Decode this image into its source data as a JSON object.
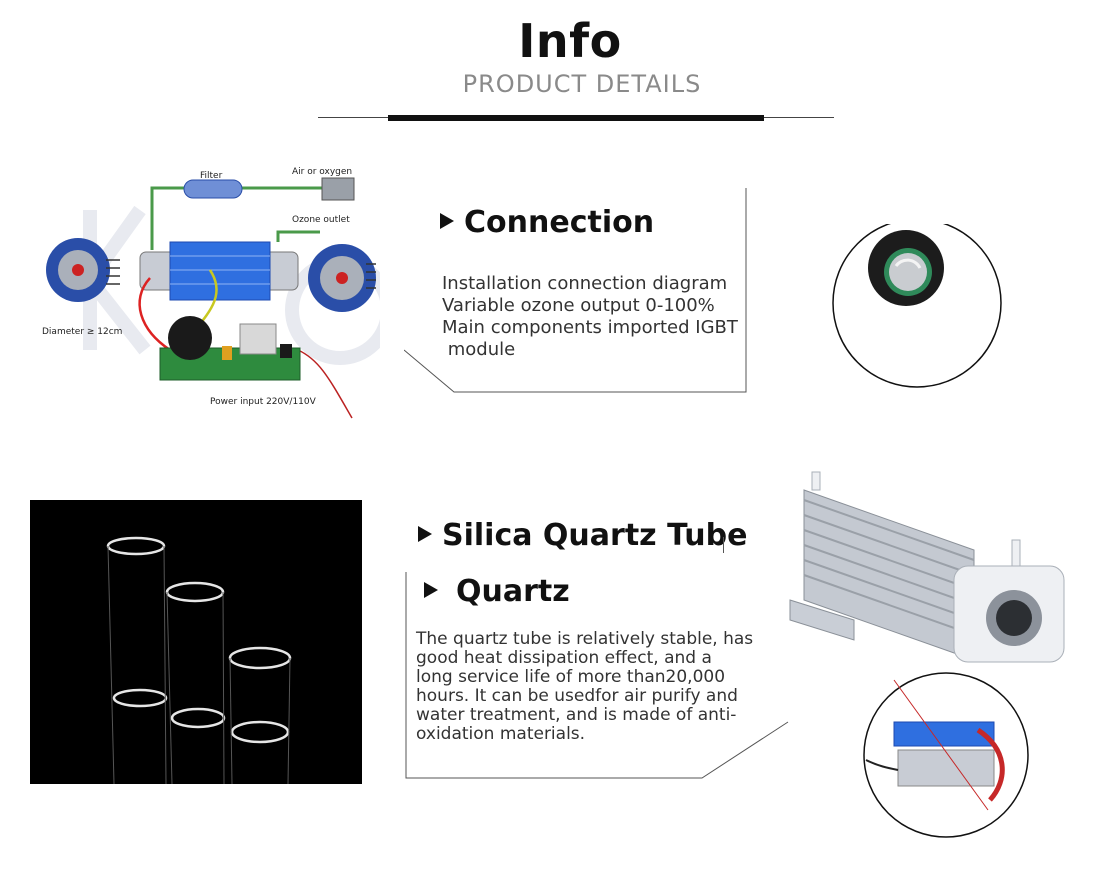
{
  "header": {
    "title": "Info",
    "subtitle": "PRODUCT DETAILS"
  },
  "connection": {
    "heading": "Connection",
    "lines": [
      "Installation connection diagram",
      "Variable ozone output 0-100%",
      "Main components imported IGBT",
      " module"
    ]
  },
  "diagram": {
    "filter_label": "Filter",
    "air_label": "Air or oxygen",
    "ozone_label": "Ozone outlet",
    "diameter_label": "Diameter ≥ 12cm",
    "power_label": "Power input 220V/110V"
  },
  "quartz": {
    "heading": "Silica Quartz Tube",
    "subheading": "Quartz",
    "lines": [
      "The quartz tube is relatively stable, has",
      "good heat dissipation effect, and a",
      "long service life of more than20,000",
      "hours. It can be usedfor air purify and",
      "water treatment, and is made of anti-",
      "oxidation materials."
    ]
  },
  "colors": {
    "heading": "#111111",
    "subtitle": "#8a8a8a",
    "fan_blue": "#2a4ea8",
    "ozone_blue": "#2f6fe0",
    "pcb_green": "#2e8b3e"
  }
}
